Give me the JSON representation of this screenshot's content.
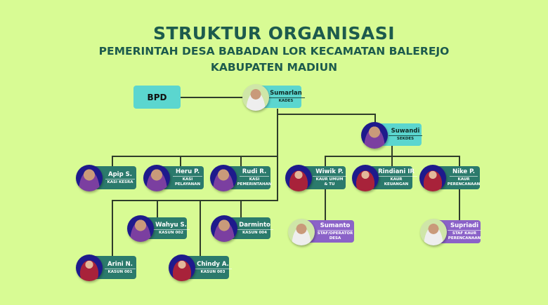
{
  "title": "STRUKTUR ORGANISASI",
  "subtitle1": "PEMERINTAH DESA BABADAN LOR KECAMATAN BALEREJO",
  "subtitle2": "KABUPATEN MADIUN",
  "bpd": "BPD",
  "people": {
    "kades": {
      "name": "Sumarlan",
      "role": "KADES"
    },
    "sekdes": {
      "name": "Suwandi",
      "role": "SEKDES"
    },
    "apip": {
      "name": "Apip S.",
      "role": "KASI KESRA"
    },
    "heru": {
      "name": "Heru P.",
      "role": "KASI\nPELAYANAN"
    },
    "rudi": {
      "name": "Rudi R.",
      "role": "KASI\nPEMERINTAHAN"
    },
    "wiwik": {
      "name": "Wiwik P.",
      "role": "KAUR UMUM\n& TU"
    },
    "rindiani": {
      "name": "Rindiani IR",
      "role": "KAUR\nKEUANGAN"
    },
    "nike": {
      "name": "Nike P.",
      "role": "KAUR\nPERENCANAAN"
    },
    "sumanto": {
      "name": "Sumanto",
      "role": "STAF/OPERATOR\nDESA"
    },
    "supriadi": {
      "name": "Supriadi",
      "role": "STAF KAUR\nPERENCANAAN"
    },
    "wahyu": {
      "name": "Wahyu S.",
      "role": "KASUN 002"
    },
    "darminto": {
      "name": "Darminto",
      "role": "KASUN 004"
    },
    "arini": {
      "name": "Arini N.",
      "role": "KASUN 001"
    },
    "chindy": {
      "name": "Chindy A.",
      "role": "KASUN 003"
    }
  },
  "colors": {
    "background": "#d8fb94",
    "teal": "#2b7a6c",
    "cyan": "#5bd6cf",
    "purple": "#8b62c8",
    "title": "#1d5b4d"
  }
}
